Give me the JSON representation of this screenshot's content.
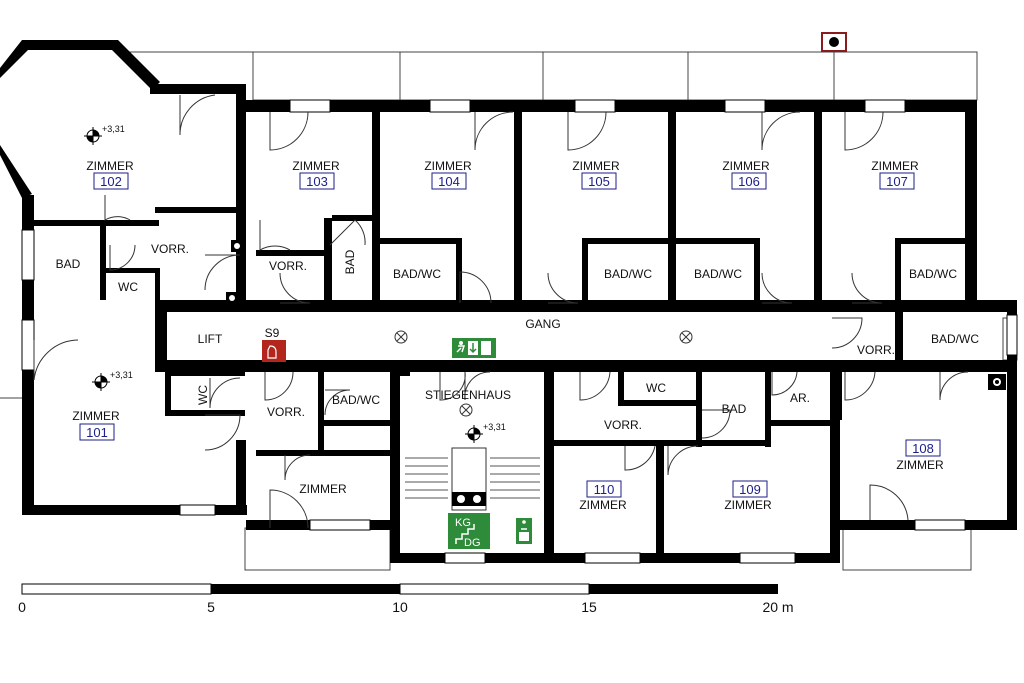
{
  "rooms": {
    "r101": {
      "label": "ZIMMER",
      "number": "101",
      "elevation": "+3,31"
    },
    "r102": {
      "label": "ZIMMER",
      "number": "102",
      "elevation": "+3,31"
    },
    "r103": {
      "label": "ZIMMER",
      "number": "103"
    },
    "r104": {
      "label": "ZIMMER",
      "number": "104"
    },
    "r105": {
      "label": "ZIMMER",
      "number": "105"
    },
    "r106": {
      "label": "ZIMMER",
      "number": "106"
    },
    "r107": {
      "label": "ZIMMER",
      "number": "107"
    },
    "r108": {
      "label": "ZIMMER",
      "number": "108"
    },
    "r109": {
      "label": "ZIMMER",
      "number": "109"
    },
    "r110": {
      "label": "ZIMMER",
      "number": "110"
    },
    "zimmer_unnumbered": {
      "label": "ZIMMER"
    }
  },
  "labels": {
    "bad": "BAD",
    "wc": "WC",
    "vorr": "VORR.",
    "bad_wc": "BAD/WC",
    "lift": "LIFT",
    "gang": "GANG",
    "stiegenhaus": "STIEGENHAUS",
    "ar": "AR.",
    "s9": "S9",
    "stair_elevation": "+3,31",
    "kg": "KG",
    "dg": "DG"
  },
  "scale": {
    "ticks": [
      "0",
      "5",
      "10",
      "15",
      "20 m"
    ]
  },
  "colors": {
    "wall": "#000000",
    "room_number": "#1b1f8a",
    "exit_sign": "#2e8b3a",
    "fire_sign": "#b3261e"
  },
  "icons": [
    "crosshair-icon",
    "light-fixture-icon",
    "exit-sign-icon",
    "extinguisher-icon",
    "camera-icon"
  ]
}
